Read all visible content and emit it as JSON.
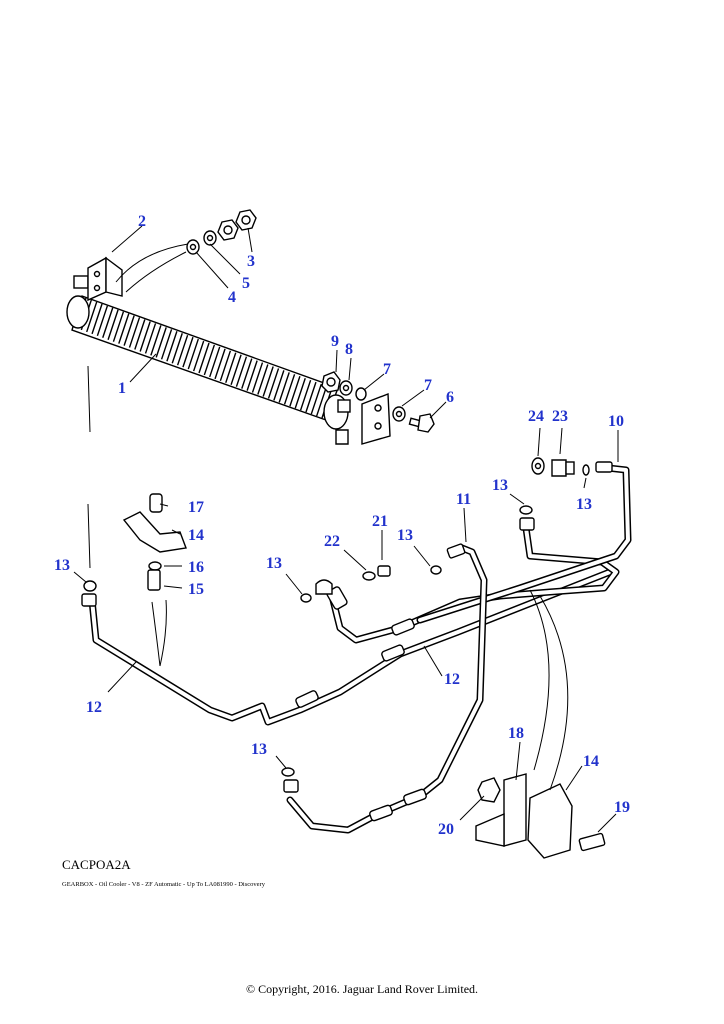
{
  "diagram": {
    "code": "CACPOA2A",
    "caption": "GEARBOX - Oil Cooler - V8 - ZF Automatic - Up To LA081990 - Discovery",
    "copyright": "© Copyright, 2016. Jaguar Land Rover Limited.",
    "callout_color": "#2233cc",
    "callouts": {
      "c1": "1",
      "c2": "2",
      "c3": "3",
      "c4": "4",
      "c5": "5",
      "c6": "6",
      "c7a": "7",
      "c7b": "7",
      "c8": "8",
      "c9": "9",
      "c10": "10",
      "c11": "11",
      "c12a": "12",
      "c12b": "12",
      "c13a": "13",
      "c13b": "13",
      "c13c": "13",
      "c13d": "13",
      "c13e": "13",
      "c13f": "13",
      "c14a": "14",
      "c14b": "14",
      "c15": "15",
      "c16": "16",
      "c17": "17",
      "c18": "18",
      "c19": "19",
      "c20": "20",
      "c21": "21",
      "c22": "22",
      "c23": "23",
      "c24": "24"
    }
  }
}
